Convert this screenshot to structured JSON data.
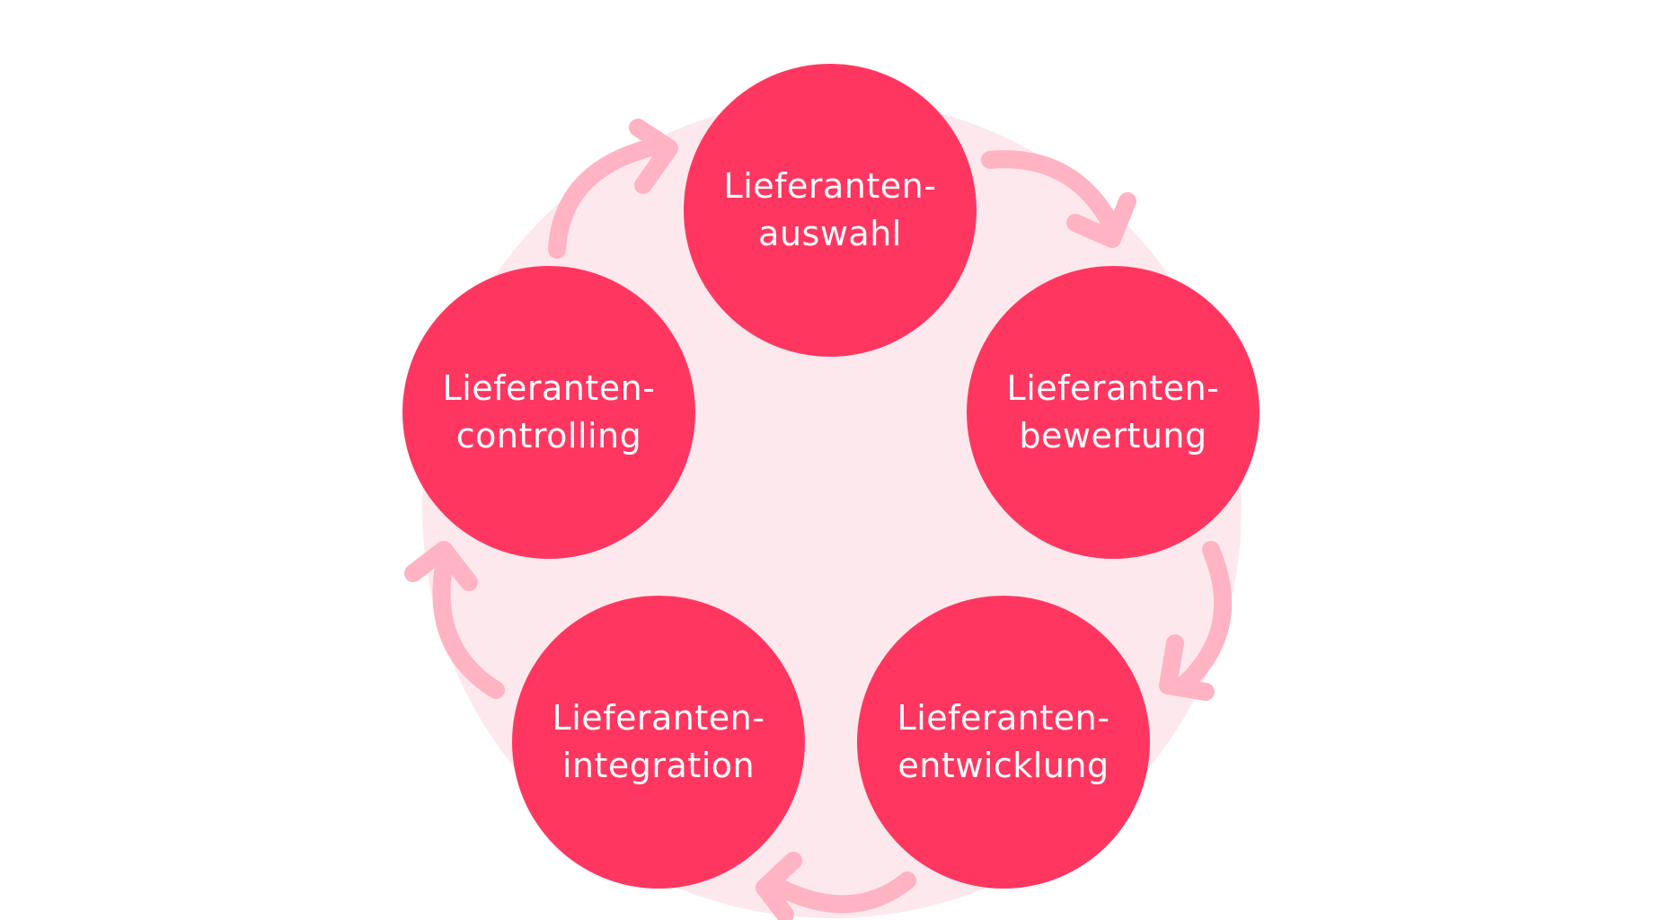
{
  "colors": {
    "node_fill": "#ff3760",
    "node_text": "#ffffff",
    "arrow": "#ffb3c3",
    "background_circle": "#fde9ed",
    "page_background": "#ffffff"
  },
  "nodes": [
    {
      "id": "auswahl",
      "line1": "Lieferanten-",
      "line2": "auswahl"
    },
    {
      "id": "bewertung",
      "line1": "Lieferanten-",
      "line2": "bewertung"
    },
    {
      "id": "entwicklung",
      "line1": "Lieferanten-",
      "line2": "entwicklung"
    },
    {
      "id": "integration",
      "line1": "Lieferanten-",
      "line2": "integration"
    },
    {
      "id": "controlling",
      "line1": "Lieferanten-",
      "line2": "controlling"
    }
  ],
  "arrows": [
    {
      "from": "auswahl",
      "to": "bewertung",
      "icon": "curved-arrow-icon"
    },
    {
      "from": "bewertung",
      "to": "entwicklung",
      "icon": "curved-arrow-icon"
    },
    {
      "from": "entwicklung",
      "to": "integration",
      "icon": "curved-arrow-icon"
    },
    {
      "from": "integration",
      "to": "controlling",
      "icon": "curved-arrow-icon"
    },
    {
      "from": "controlling",
      "to": "auswahl",
      "icon": "curved-arrow-icon"
    }
  ]
}
